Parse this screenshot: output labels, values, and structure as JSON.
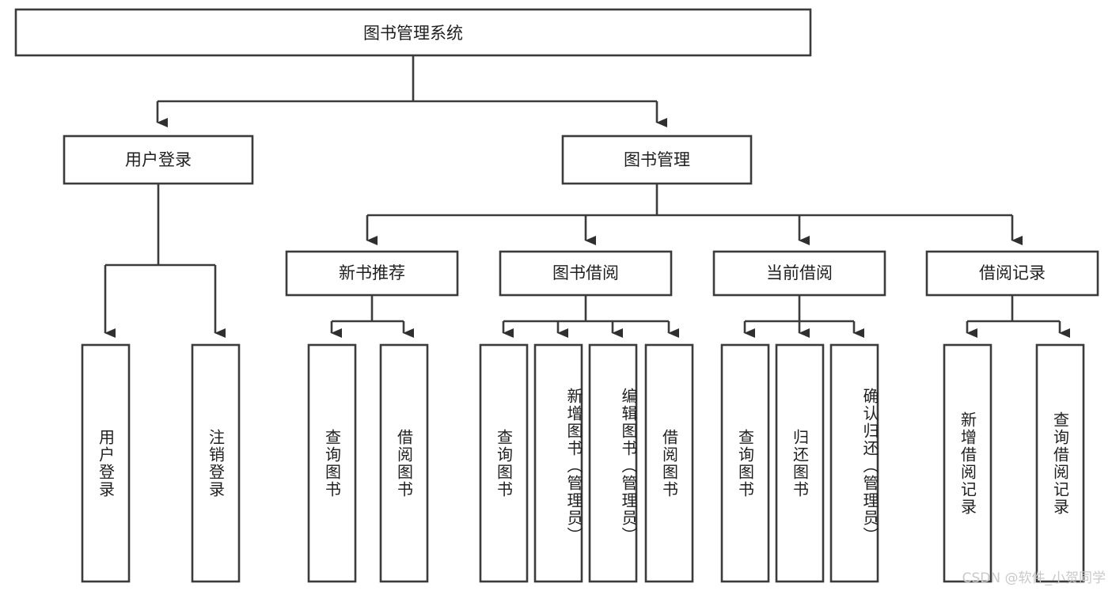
{
  "diagram": {
    "type": "hierarchy-tree",
    "title": "图书管理系统",
    "watermark": "CSDN @软件_小贺同学",
    "colors": {
      "box_stroke": "#3b3b3b",
      "box_fill": "#ffffff",
      "connector": "#3b3b3b",
      "text": "#1f1f1f",
      "watermark": "#c9c9c9",
      "background": "#ffffff"
    },
    "root": {
      "label": "图书管理系统"
    },
    "level2": [
      {
        "label": "用户登录"
      },
      {
        "label": "图书管理"
      }
    ],
    "level3": [
      {
        "label": "新书推荐"
      },
      {
        "label": "图书借阅"
      },
      {
        "label": "当前借阅"
      },
      {
        "label": "借阅记录"
      }
    ],
    "leaves": {
      "user_login": [
        {
          "label": "用户登录"
        },
        {
          "label": "注销登录"
        }
      ],
      "new_book_recommend": [
        {
          "label": "查询图书"
        },
        {
          "label": "借阅图书"
        }
      ],
      "book_borrow": [
        {
          "label": "查询图书"
        },
        {
          "label": "新增图书（管理员）"
        },
        {
          "label": "编辑图书（管理员）"
        },
        {
          "label": "借阅图书"
        }
      ],
      "current_borrow": [
        {
          "label": "查询图书"
        },
        {
          "label": "归还图书"
        },
        {
          "label": "确认归还（管理员）"
        }
      ],
      "borrow_record": [
        {
          "label": "新增借阅记录"
        },
        {
          "label": "查询借阅记录"
        }
      ]
    }
  }
}
